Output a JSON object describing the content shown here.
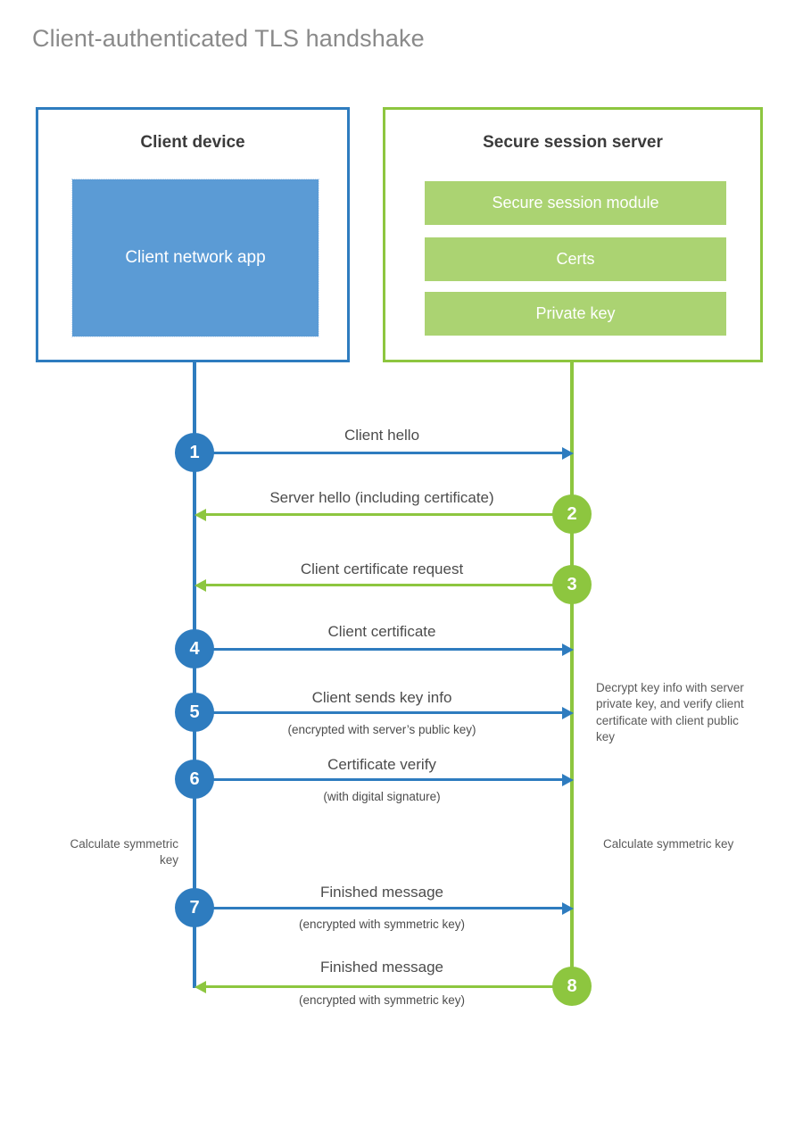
{
  "title": "Client-authenticated TLS handshake",
  "colors": {
    "client_blue": "#2e7cbf",
    "client_app_fill": "#5b9bd5",
    "server_green": "#8dc63f",
    "server_bar_fill": "#abd372",
    "title_gray": "#8a8a8a",
    "text_gray": "#4c4c4c",
    "note_gray": "#5a5a5a"
  },
  "client": {
    "title": "Client device",
    "app_label": "Client network app"
  },
  "server": {
    "title": "Secure session server",
    "components": [
      {
        "label": "Secure session module"
      },
      {
        "label": "Certs"
      },
      {
        "label": "Private key"
      }
    ]
  },
  "notes": {
    "server_decrypt": "Decrypt key info with server private key, and verify client certificate with client public key",
    "calculate_left": "Calculate symmetric key",
    "calculate_right": "Calculate symmetric key"
  },
  "steps": [
    {
      "number": "1",
      "label": "Client hello",
      "sub": "",
      "direction": "client-to-server",
      "side": "client"
    },
    {
      "number": "2",
      "label": "Server hello (including certificate)",
      "sub": "",
      "direction": "server-to-client",
      "side": "server"
    },
    {
      "number": "3",
      "label": "Client certificate request",
      "sub": "",
      "direction": "server-to-client",
      "side": "server"
    },
    {
      "number": "4",
      "label": "Client certificate",
      "sub": "",
      "direction": "client-to-server",
      "side": "client"
    },
    {
      "number": "5",
      "label": "Client sends key info",
      "sub": "(encrypted with server’s public key)",
      "direction": "client-to-server",
      "side": "client"
    },
    {
      "number": "6",
      "label": "Certificate verify",
      "sub": "(with digital signature)",
      "direction": "client-to-server",
      "side": "client"
    },
    {
      "number": "7",
      "label": "Finished message",
      "sub": "(encrypted with symmetric key)",
      "direction": "client-to-server",
      "side": "client"
    },
    {
      "number": "8",
      "label": "Finished message",
      "sub": "(encrypted with symmetric key)",
      "direction": "server-to-client",
      "side": "server"
    }
  ]
}
